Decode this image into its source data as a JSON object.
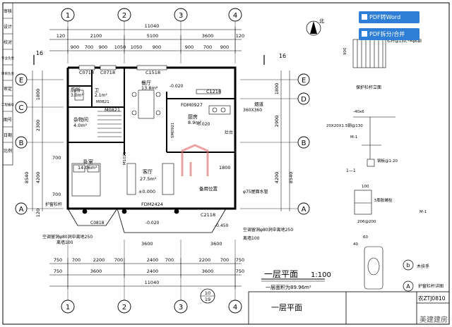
{
  "title_block": {
    "labels": [
      "审核",
      "设计",
      "校对",
      "专业负责",
      "项目负责",
      "审定",
      "工程编号",
      "图号",
      "日期",
      "比例"
    ],
    "sheet_name": "一层平面",
    "drawing_no": "农ZTJ0810"
  },
  "grid": {
    "cols": [
      "1",
      "2",
      "3",
      "4"
    ],
    "rows": [
      "A",
      "B",
      "C",
      "D",
      "E"
    ]
  },
  "dims": {
    "top_overall": "11040",
    "bottom_overall": "11040",
    "top_spans": [
      "120",
      "2100",
      "5100",
      "3600",
      "120"
    ],
    "top_detail": [
      "900",
      "700",
      "900",
      "1050",
      "1050",
      "900",
      "900",
      "700",
      "900"
    ],
    "bottom_spans": [
      "750",
      "3600",
      "2400",
      "3600",
      "750"
    ],
    "bottom_detail": [
      "750",
      "700",
      "2200",
      "700",
      "2400",
      "700",
      "2200",
      "700",
      "750"
    ],
    "left_total": "8540",
    "left_parts": [
      "1800",
      "2300",
      "4200",
      "120"
    ],
    "right_total": "8540",
    "right_parts": [
      "1800",
      "2900",
      "4200"
    ],
    "misc": [
      "-0.020",
      "-0.020",
      "-0.020",
      "-0.450",
      "700",
      "700",
      "1800",
      "3600",
      "3600"
    ]
  },
  "rooms": [
    {
      "name": "厕所",
      "area": "3.0m²"
    },
    {
      "name": "餐厅",
      "area": "13.8m²"
    },
    {
      "name": "厨房",
      "area": "8.9m²"
    },
    {
      "name": "杂物间",
      "area": "4.0m²"
    },
    {
      "name": "卧室",
      "area": "14.06m²"
    },
    {
      "name": "客厅",
      "area": "27.5m²"
    },
    {
      "name": "卫",
      "area": "2.1m²"
    }
  ],
  "labels": {
    "c0718a": "C0718",
    "c0718b": "C0718",
    "c1518": "C1518",
    "c1218": "C1218",
    "fdm0927": "FDM0927",
    "m0821a": "M0821",
    "m0821b": "M0821",
    "m1021": "M1021",
    "sm0921": "SM0921",
    "fdm2424": "FDM2424",
    "c2118": "C2118",
    "c0818": "C0818",
    "zero": "±0.000",
    "flue": "烟道",
    "flue_size": "360X360",
    "spare": "备用位置",
    "drain": "φ75屋面水管",
    "ac1": "空调留洞φ80洞中离地250",
    "ac2": "空调留洞φ80洞中离地250",
    "h100a": "离墙100",
    "h100b": "离墙100",
    "rail": "护窗栏杆",
    "kitchen_tag": "灶台",
    "section_l": "16",
    "section_r": "16",
    "ref_10": "10",
    "ref_19": "19"
  },
  "footer": {
    "plan_title": "一层平面",
    "scale": "1:100",
    "area_note": "一层面积为89.96m²"
  },
  "side_details": {
    "north": "北",
    "rail_caption": "保护栏杆立面",
    "rail_spec": "栏杆@130,*=φ6钢",
    "d40": "-40x6",
    "spec20": "20X20X1.5钢@130",
    "m1": "M-1",
    "plate": "钢板@1:20",
    "one": "1—1",
    "d100": "100",
    "bolt": "5膨胀螺栓",
    "d206": "206@200",
    "d60": "60",
    "d40b": "40",
    "m1b": "M-1",
    "handrail": "木扶手",
    "circle_a": "A",
    "caption_a": "护窗栏杆详图",
    "circle_b": "b",
    "d900": "900"
  },
  "toolbar": {
    "word_label": "PDF转Word",
    "split_label": "PDF拆分/合并"
  },
  "watermark": "美建建房"
}
